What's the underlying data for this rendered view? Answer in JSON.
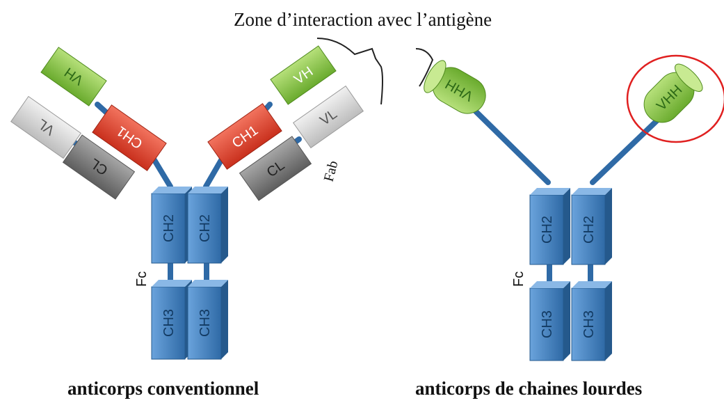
{
  "title": "Zone d’interaction avec l’antigène",
  "captions": {
    "conventional": "anticorps conventionnel",
    "heavy_chain": "anticorps de chaines lourdes"
  },
  "labels": {
    "fab": "Fab",
    "fc_conventional": "Fc",
    "fc_heavy": "Fc"
  },
  "domains": {
    "vh_left": "VH",
    "vl_left": "VL",
    "ch1_left": "CH1",
    "cl_left": "CL",
    "vh_right": "VH",
    "vl_right": "VL",
    "ch1_right": "CH1",
    "cl_right": "CL",
    "ch2_a": "CH2",
    "ch2_b": "CH2",
    "ch3_a": "CH3",
    "ch3_b": "CH3",
    "vhh_left": "VHH",
    "vhh_right": "VHH",
    "ch2_c": "CH2",
    "ch2_d": "CH2",
    "ch3_c": "CH3",
    "ch3_d": "CH3"
  },
  "colors": {
    "variable_heavy": "#8cc63f",
    "light_chain_variable": "#d9d9d9",
    "light_chain_constant": "#7f7f7f",
    "ch1": "#e8432e",
    "constant_fc": "#3d7fc1",
    "linker": "#2f6aa6",
    "highlight_circle": "#e02020"
  }
}
